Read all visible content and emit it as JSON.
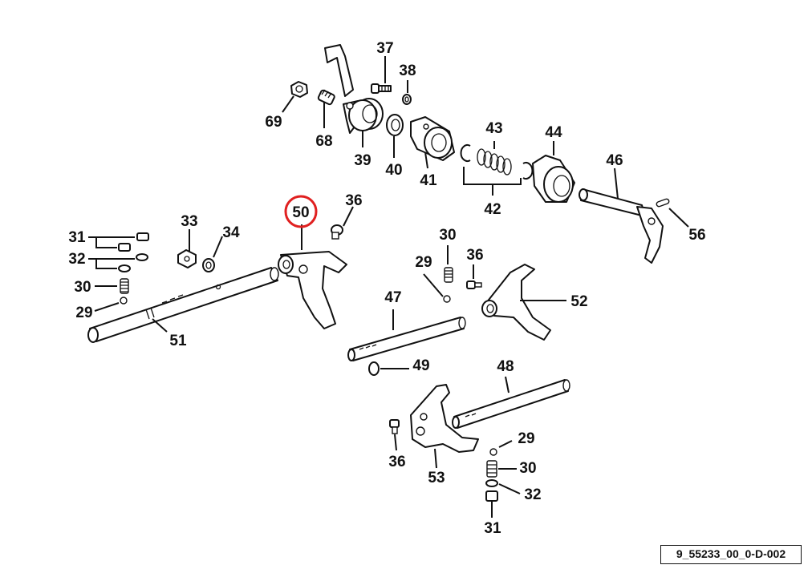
{
  "labels": {
    "p37": "37",
    "p38": "38",
    "p69": "69",
    "p68": "68",
    "p39": "39",
    "p40": "40",
    "p41": "41",
    "p43": "43",
    "p42": "42",
    "p44": "44",
    "p46": "46",
    "p56": "56",
    "p50": "50",
    "p36a": "36",
    "p33": "33",
    "p34": "34",
    "p31a": "31",
    "p32a": "32",
    "p30a": "30",
    "p29a": "29",
    "p51": "51",
    "p30b": "30",
    "p29b": "29",
    "p36b": "36",
    "p47": "47",
    "p52": "52",
    "p49": "49",
    "p48": "48",
    "p36c": "36",
    "p53": "53",
    "p29c": "29",
    "p30c": "30",
    "p32b": "32",
    "p31b": "31"
  },
  "highlighted_part": "50",
  "highlight_color": "#e02020",
  "reference_code": "9_55233_00_0-D-002"
}
